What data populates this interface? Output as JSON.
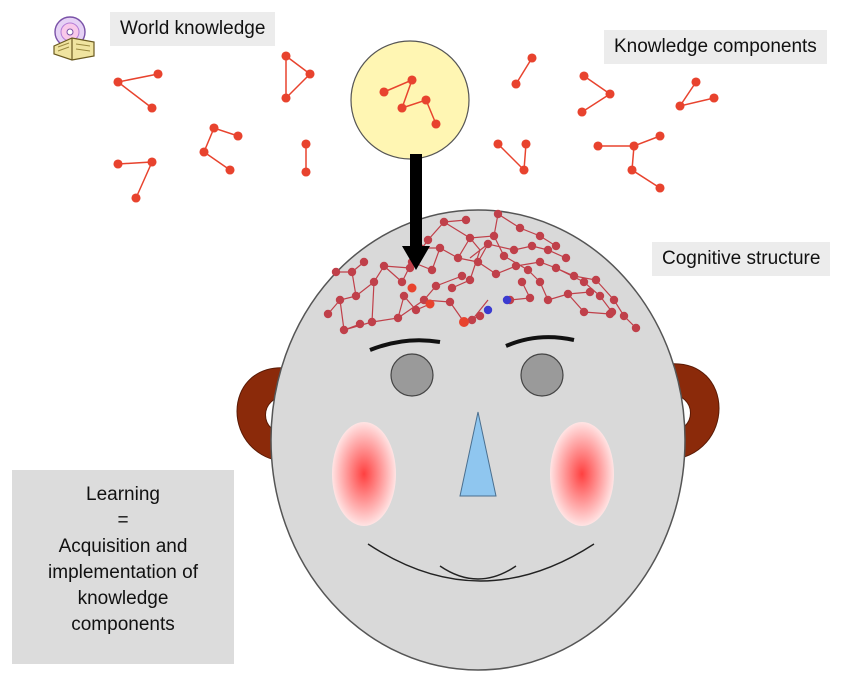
{
  "labels": {
    "world_knowledge": "World knowledge",
    "knowledge_components": "Knowledge components",
    "cognitive_structure": "Cognitive structure"
  },
  "learning_box": {
    "lines": [
      "Learning",
      "=",
      "Acquisition and",
      "implementation of",
      "knowledge",
      "components"
    ]
  },
  "icons": [
    "book-cd-icon",
    "lightbulb-thought-bubble",
    "down-arrow"
  ],
  "colors": {
    "node": "#e8432e",
    "network_node": "#c0404a",
    "highlight_node": "#3b3bd0",
    "face": "#d9d9d9",
    "ears": "#8b2a0a",
    "bubble": "#fff6b3",
    "nose": "#8fc6ef",
    "box": "#dcdcdc"
  }
}
